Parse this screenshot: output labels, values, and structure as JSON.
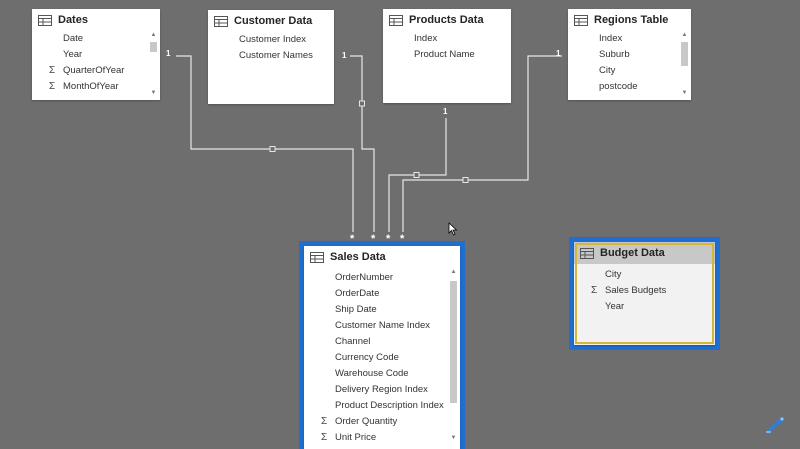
{
  "tables": {
    "dates": {
      "title": "Dates",
      "fields": [
        {
          "name": "Date",
          "sigma": false
        },
        {
          "name": "Year",
          "sigma": false
        },
        {
          "name": "QuarterOfYear",
          "sigma": true
        },
        {
          "name": "MonthOfYear",
          "sigma": true
        }
      ]
    },
    "customer": {
      "title": "Customer Data",
      "fields": [
        {
          "name": "Customer Index",
          "sigma": false
        },
        {
          "name": "Customer Names",
          "sigma": false
        }
      ]
    },
    "products": {
      "title": "Products Data",
      "fields": [
        {
          "name": "Index",
          "sigma": false
        },
        {
          "name": "Product Name",
          "sigma": false
        }
      ]
    },
    "regions": {
      "title": "Regions Table",
      "fields": [
        {
          "name": "Index",
          "sigma": false
        },
        {
          "name": "Suburb",
          "sigma": false
        },
        {
          "name": "City",
          "sigma": false
        },
        {
          "name": "postcode",
          "sigma": false
        }
      ]
    },
    "sales": {
      "title": "Sales Data",
      "fields": [
        {
          "name": "OrderNumber",
          "sigma": false
        },
        {
          "name": "OrderDate",
          "sigma": false
        },
        {
          "name": "Ship Date",
          "sigma": false
        },
        {
          "name": "Customer Name Index",
          "sigma": false
        },
        {
          "name": "Channel",
          "sigma": false
        },
        {
          "name": "Currency Code",
          "sigma": false
        },
        {
          "name": "Warehouse Code",
          "sigma": false
        },
        {
          "name": "Delivery Region Index",
          "sigma": false
        },
        {
          "name": "Product Description Index",
          "sigma": false
        },
        {
          "name": "Order Quantity",
          "sigma": true
        },
        {
          "name": "Unit Price",
          "sigma": true
        }
      ]
    },
    "budget": {
      "title": "Budget Data",
      "fields": [
        {
          "name": "City",
          "sigma": false
        },
        {
          "name": "Sales Budgets",
          "sigma": true
        },
        {
          "name": "Year",
          "sigma": false
        }
      ]
    }
  },
  "relationships": {
    "one_label": "1",
    "many_label": "*"
  },
  "colors": {
    "canvas": "#6e6e6e",
    "selection": "#1f6fd1",
    "budget_header": "#c8c8c8",
    "budget_outline": "#d4b73a"
  },
  "icons": {
    "table": "table-icon",
    "sum": "sigma-icon",
    "cursor": "mouse-pointer-icon",
    "logo": "brand-logo-icon"
  }
}
